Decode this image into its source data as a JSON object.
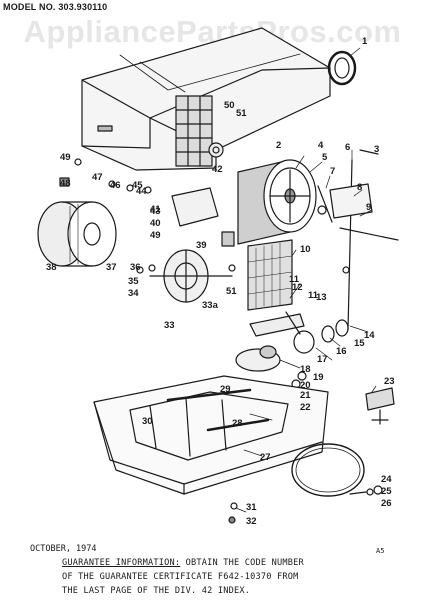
{
  "header": {
    "model_label": "MODEL NO. 303.930110",
    "watermark": "AppliancePartsPros.com"
  },
  "diagram": {
    "labels": [
      "1",
      "2",
      "3",
      "4",
      "5",
      "6",
      "7",
      "8",
      "9",
      "10",
      "11",
      "11",
      "12",
      "13",
      "14",
      "15",
      "16",
      "17",
      "18",
      "19",
      "20",
      "21",
      "22",
      "23",
      "24",
      "25",
      "26",
      "27",
      "28",
      "29",
      "30",
      "31",
      "32",
      "33",
      "33a",
      "34",
      "35",
      "36",
      "37",
      "38",
      "39",
      "40",
      "41",
      "42",
      "43",
      "44",
      "45",
      "46",
      "47",
      "48",
      "49",
      "49",
      "50",
      "51",
      "51"
    ]
  },
  "footer": {
    "date": "OCTOBER, 1974",
    "page_code": "A5",
    "guarantee_heading": "GUARANTEE INFORMATION:",
    "guarantee_line1": " OBTAIN THE CODE NUMBER",
    "guarantee_line2": "OF THE GUARANTEE CERTIFICATE F642-10370 FROM",
    "guarantee_line3": "THE LAST PAGE OF THE DIV. 42 INDEX."
  },
  "colors": {
    "ink": "#1a1a1a",
    "background": "#ffffff",
    "watermark": "#e6e6e6"
  }
}
